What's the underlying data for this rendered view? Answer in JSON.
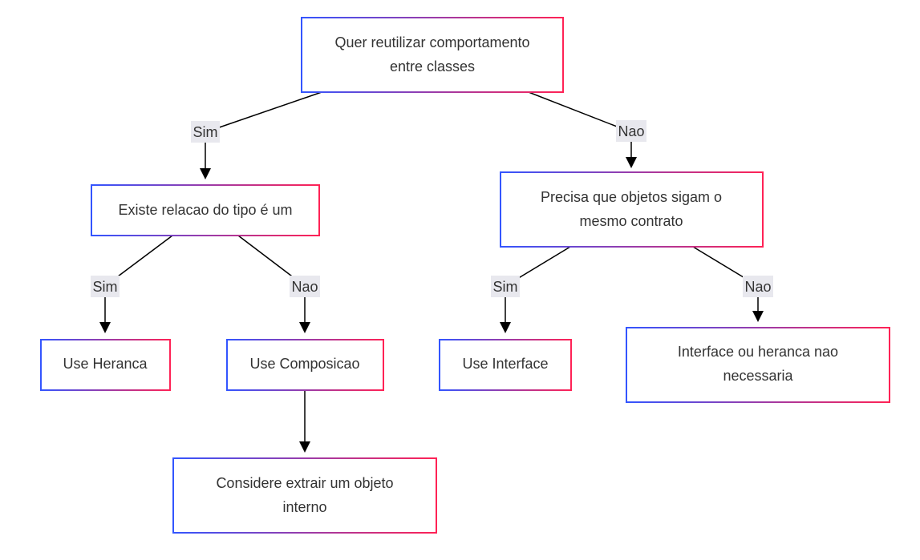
{
  "nodes": {
    "root": {
      "lines": [
        "Quer reutilizar comportamento",
        "entre classes"
      ]
    },
    "is_a": {
      "lines": [
        "Existe relacao do tipo é um"
      ]
    },
    "contract": {
      "lines": [
        "Precisa que objetos sigam o",
        "mesmo contrato"
      ]
    },
    "inheritance": {
      "lines": [
        "Use Heranca"
      ]
    },
    "composition": {
      "lines": [
        "Use Composicao"
      ]
    },
    "interface": {
      "lines": [
        "Use Interface"
      ]
    },
    "none": {
      "lines": [
        "Interface ou heranca nao",
        "necessaria"
      ]
    },
    "extract": {
      "lines": [
        "Considere extrair um objeto",
        "interno"
      ]
    }
  },
  "edges": {
    "root_yes": "Sim",
    "root_no": "Nao",
    "is_a_yes": "Sim",
    "is_a_no": "Nao",
    "contract_yes": "Sim",
    "contract_no": "Nao"
  },
  "colors": {
    "border_start": "#3355ff",
    "border_end": "#ff2255",
    "edge": "#000000",
    "label_bg": "#e8e8ee",
    "text": "#333333"
  }
}
